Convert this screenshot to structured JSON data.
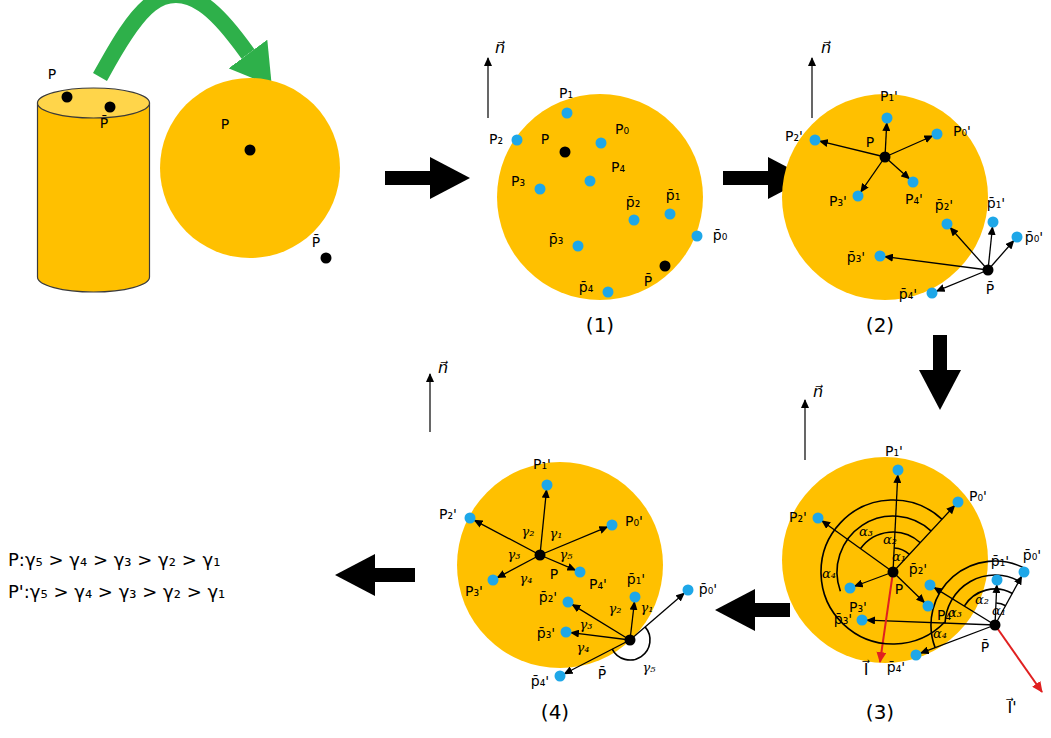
{
  "diagram": {
    "nodes": [
      {
        "text": [
          "P",
          "P̄"
        ]
      },
      {
        "text": [
          "P",
          "P̄"
        ]
      },
      {
        "text": [
          "P₁",
          "P₂",
          "P",
          "P₀",
          "P₃",
          "P₄",
          "p̄₁",
          "p̄₂",
          "p̄₀",
          "p̄₃",
          "p̄₄",
          "P̄"
        ]
      },
      {
        "text": [
          "P₁'",
          "P₂'",
          "P₀'",
          "P",
          "P₃'",
          "P₄'",
          "p̄₂'",
          "p̄₁'",
          "p̄₀'",
          "p̄₃'",
          "p̄₄'",
          "P̄"
        ]
      },
      {
        "text": [
          "P₁'",
          "P₂'",
          "P₀'",
          "α₁",
          "α₂",
          "α₃",
          "α₄",
          "P",
          "P₃'",
          "P₄'",
          "I⃗",
          "p̄₂'",
          "p̄₁'",
          "p̄₀'",
          "α₁",
          "α₂",
          "α₃",
          "α₄",
          "p̄₃'",
          "p̄₄'",
          "P̄",
          "I⃗'"
        ]
      },
      {
        "text": [
          "P₁'",
          "P₂'",
          "P₀'",
          "γ₂",
          "γ₁",
          "P",
          "γ₃",
          "γ₅",
          "γ₄",
          "P₃'",
          "P₄'",
          "p̄₂'",
          "p̄₁'",
          "γ₂",
          "γ₁",
          "p̄₀'",
          "p̄₃'",
          "γ₃",
          "γ₄",
          "p̄₄'",
          "P̄",
          "γ₅"
        ]
      }
    ],
    "edges": [
      {
        "from": 0,
        "to": 1,
        "arrow": "to"
      },
      {
        "from": 1,
        "to": 2,
        "arrow": "to"
      },
      {
        "from": 2,
        "to": 3,
        "arrow": "to"
      },
      {
        "from": 3,
        "to": 4,
        "arrow": "to"
      },
      {
        "from": 4,
        "to": 5,
        "arrow": "to"
      }
    ],
    "labels": [
      "n⃗",
      "(1)",
      "n⃗",
      "(2)",
      "n⃗",
      "(3)",
      "n⃗",
      "(4)",
      "P:γ₅ > γ₄ > γ₃ > γ₂ > γ₁",
      "P':γ₅ > γ₄ > γ₃ > γ₂ > γ₁"
    ]
  }
}
